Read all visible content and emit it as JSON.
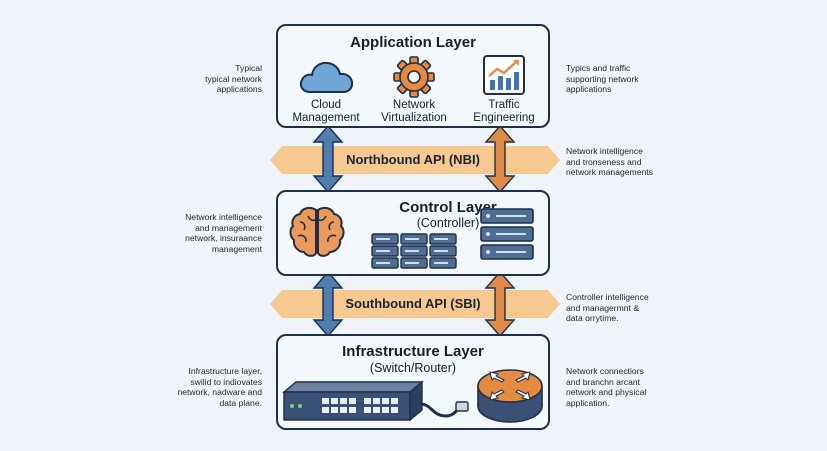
{
  "layers": {
    "application": {
      "title": "Application Layer",
      "items": [
        {
          "label_1": "Cloud",
          "label_2": "Management",
          "icon": "cloud-icon"
        },
        {
          "label_1": "Network",
          "label_2": "Virtualization",
          "icon": "gear-icon"
        },
        {
          "label_1": "Traffic",
          "label_2": "Engineering",
          "icon": "chart-icon"
        }
      ]
    },
    "control": {
      "title": "Control Layer",
      "subtitle": "(Controller)",
      "icons": [
        "brain-icon",
        "server-rack-icon",
        "server-stack-icon"
      ]
    },
    "infrastructure": {
      "title": "Infrastructure Layer",
      "subtitle": "(Switch/Router)",
      "icons": [
        "network-switch-icon",
        "router-icon",
        "ethernet-cable-icon"
      ]
    }
  },
  "apis": {
    "northbound": "Northbound API (NBI)",
    "southbound": "Southbound API (SBI)"
  },
  "notes": {
    "left": [
      [
        "Typical",
        "typical network",
        "applications"
      ],
      [
        "Network intelligence",
        "and management",
        "network, insuraance",
        "management"
      ],
      [
        "Infrastructure layer,",
        "swilid to indiovates",
        "network, nadware and",
        "data plane."
      ]
    ],
    "right": [
      [
        "Typics and traffic",
        "supporting network",
        "applications"
      ],
      [
        "Network intelligence",
        "and tronseness and",
        "network managements"
      ],
      [
        "Controller intelligence",
        "and managermnt &",
        "data orrytime."
      ],
      [
        "Network connectiors",
        "and branchn arcant",
        "network and physical",
        "application."
      ]
    ]
  },
  "colors": {
    "band_orange": "#f7c88f",
    "arrow_blue": "#4f7fb0",
    "arrow_orange": "#e08a45",
    "border_dark": "#1d2f4a",
    "brain_orange": "#ec9a5a",
    "server_blue": "#506d94"
  }
}
